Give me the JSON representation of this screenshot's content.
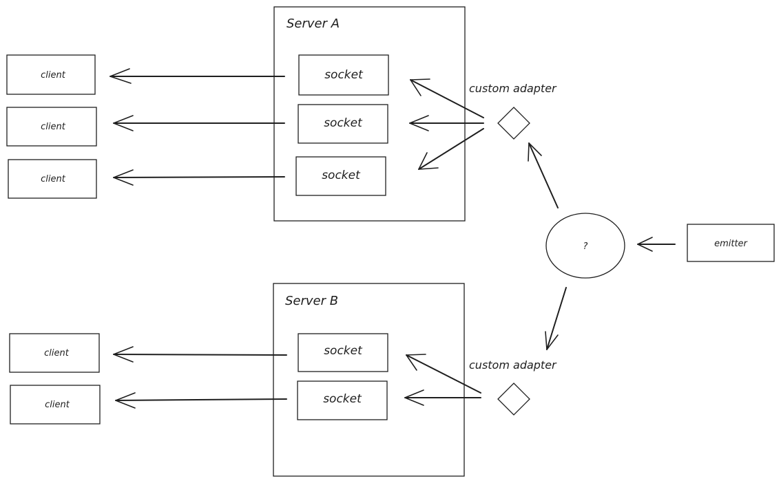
{
  "diagram": {
    "server_a": {
      "title": "Server A",
      "sockets": [
        "socket",
        "socket",
        "socket"
      ],
      "clients": [
        "client",
        "client",
        "client"
      ],
      "adapter_label": "custom adapter"
    },
    "server_b": {
      "title": "Server B",
      "sockets": [
        "socket",
        "socket"
      ],
      "clients": [
        "client",
        "client"
      ],
      "adapter_label": "custom adapter"
    },
    "hub_label": "?",
    "emitter_label": "emitter"
  }
}
